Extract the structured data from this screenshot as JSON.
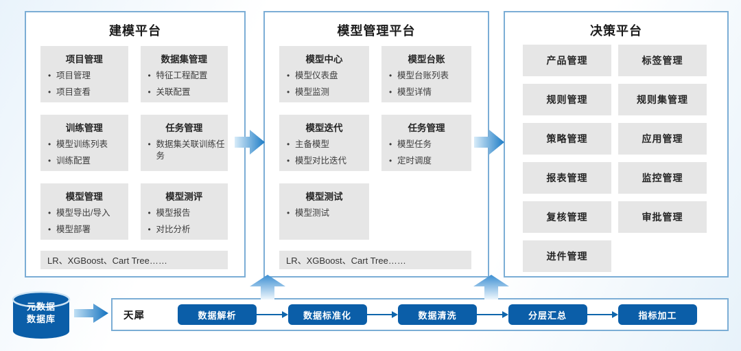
{
  "colors": {
    "accent_dark_blue": "#0b5ea8",
    "panel_border_blue": "#7badd5",
    "module_gray": "#e6e6e6",
    "arrow_light": "#cfe7f8",
    "arrow_dark": "#1d7cc6"
  },
  "icons": {
    "database": "database-cylinder-icon",
    "flow_right": "flow-arrow-right-icon",
    "flow_up": "flow-arrow-up-icon",
    "stage_connector": "stage-arrow-icon"
  },
  "panels": [
    {
      "title": "建模平台",
      "modules": [
        {
          "title": "项目管理",
          "items": [
            "项目管理",
            "项目查看"
          ]
        },
        {
          "title": "数据集管理",
          "items": [
            "特征工程配置",
            "关联配置"
          ]
        },
        {
          "title": "训练管理",
          "items": [
            "模型训练列表",
            "训练配置"
          ]
        },
        {
          "title": "任务管理",
          "items": [
            "数据集关联训练任务"
          ]
        },
        {
          "title": "模型管理",
          "items": [
            "模型导出/导入",
            "模型部署"
          ]
        },
        {
          "title": "模型测评",
          "items": [
            "模型报告",
            "对比分析"
          ]
        }
      ],
      "footer": "LR、XGBoost、Cart Tree……"
    },
    {
      "title": "模型管理平台",
      "modules": [
        {
          "title": "模型中心",
          "items": [
            "模型仪表盘",
            "模型监测"
          ]
        },
        {
          "title": "模型台账",
          "items": [
            "模型台账列表",
            "模型详情"
          ]
        },
        {
          "title": "模型迭代",
          "items": [
            "主备模型",
            "模型对比迭代"
          ]
        },
        {
          "title": "任务管理",
          "items": [
            "模型任务",
            "定时调度"
          ]
        },
        {
          "title": "模型测试",
          "items": [
            "模型测试"
          ]
        }
      ],
      "footer": "LR、XGBoost、Cart Tree……"
    },
    {
      "title": "决策平台",
      "tiles": [
        "产品管理",
        "标签管理",
        "规则管理",
        "规则集管理",
        "策略管理",
        "应用管理",
        "报表管理",
        "监控管理",
        "复核管理",
        "审批管理",
        "进件管理"
      ]
    }
  ],
  "datasource": {
    "label_line1": "元数据",
    "label_line2": "数据库"
  },
  "pipeline": {
    "label": "天犀",
    "stages": [
      "数据解析",
      "数据标准化",
      "数据清洗",
      "分层汇总",
      "指标加工"
    ]
  }
}
